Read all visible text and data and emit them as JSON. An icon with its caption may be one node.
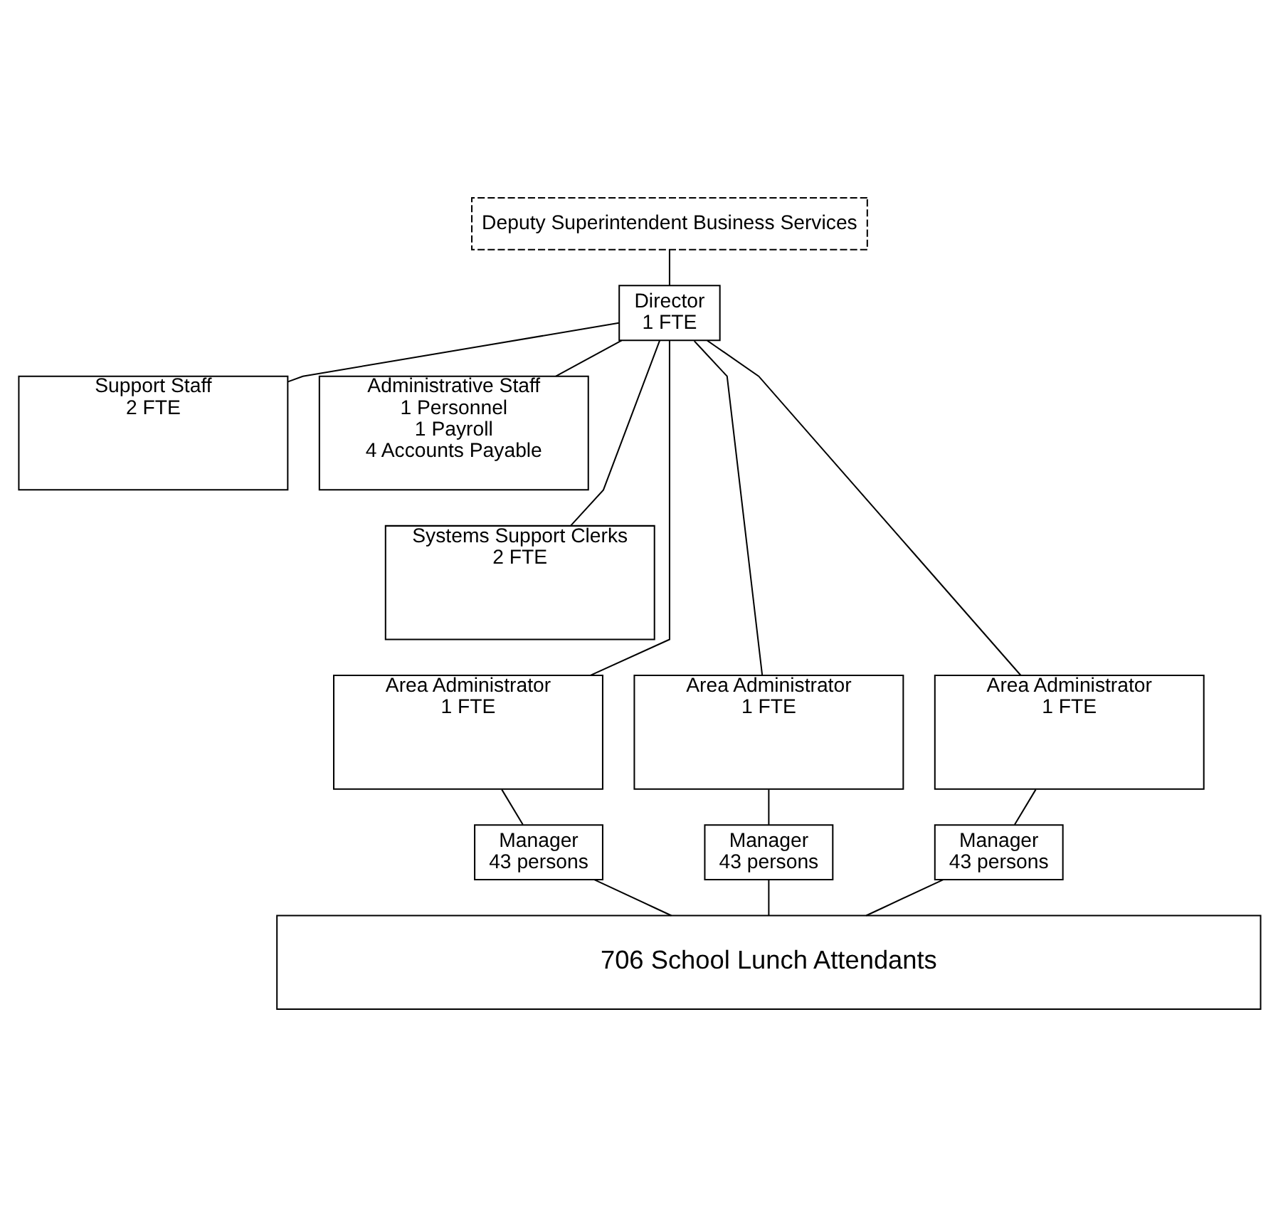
{
  "diagram": {
    "nodes": [
      {
        "text": [
          "Deputy Superintendent Business Services"
        ]
      },
      {
        "text": [
          "Director",
          "1 FTE"
        ]
      },
      {
        "text": [
          "Support Staff",
          "2 FTE"
        ]
      },
      {
        "text": [
          "Administrative Staff",
          "1 Personnel",
          "1 Payroll",
          "4 Accounts Payable"
        ]
      },
      {
        "text": [
          "Systems Support Clerks",
          "2 FTE"
        ]
      },
      {
        "text": [
          "Area Administrator",
          "1 FTE"
        ]
      },
      {
        "text": [
          "Area Administrator",
          "1 FTE"
        ]
      },
      {
        "text": [
          "Area Administrator",
          "1 FTE"
        ]
      },
      {
        "text": [
          "Manager",
          "43 persons"
        ]
      },
      {
        "text": [
          "Manager",
          "43 persons"
        ]
      },
      {
        "text": [
          "Manager",
          "43 persons"
        ]
      },
      {
        "text": [
          "706 School Lunch Attendants"
        ]
      }
    ],
    "edges": [
      {
        "from": 0,
        "to": 1,
        "arrow": "none"
      },
      {
        "from": 1,
        "to": 2,
        "arrow": "none"
      },
      {
        "from": 1,
        "to": 3,
        "arrow": "none"
      },
      {
        "from": 1,
        "to": 4,
        "arrow": "none"
      },
      {
        "from": 1,
        "to": 5,
        "arrow": "none"
      },
      {
        "from": 1,
        "to": 6,
        "arrow": "none"
      },
      {
        "from": 1,
        "to": 7,
        "arrow": "none"
      },
      {
        "from": 5,
        "to": 8,
        "arrow": "none"
      },
      {
        "from": 6,
        "to": 9,
        "arrow": "none"
      },
      {
        "from": 7,
        "to": 10,
        "arrow": "none"
      },
      {
        "from": 8,
        "to": 11,
        "arrow": "none"
      },
      {
        "from": 9,
        "to": 11,
        "arrow": "none"
      },
      {
        "from": 10,
        "to": 11,
        "arrow": "none"
      }
    ]
  }
}
